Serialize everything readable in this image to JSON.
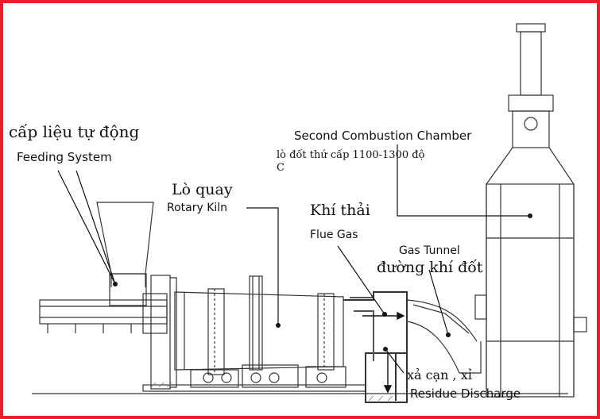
{
  "labels": {
    "feeding_vi": "cấp liệu tự động",
    "feeding_en": "Feeding System",
    "kiln_vi": "Lò quay",
    "kiln_en": "Rotary Kiln",
    "flue_vi": "Khí thải",
    "flue_en": "Flue Gas",
    "second_en": "Second Combustion Chamber",
    "second_vi_line1": "lò đốt thứ cấp 1100-1300 độ",
    "second_vi_line2": "C",
    "tunnel_en": "Gas Tunnel",
    "tunnel_vi": "đường khí đốt",
    "residue_vi": "xả cạn , xỉ",
    "residue_en": "Residue Discharge"
  },
  "colors": {
    "frame": "#e8202a",
    "line": "#222222"
  }
}
